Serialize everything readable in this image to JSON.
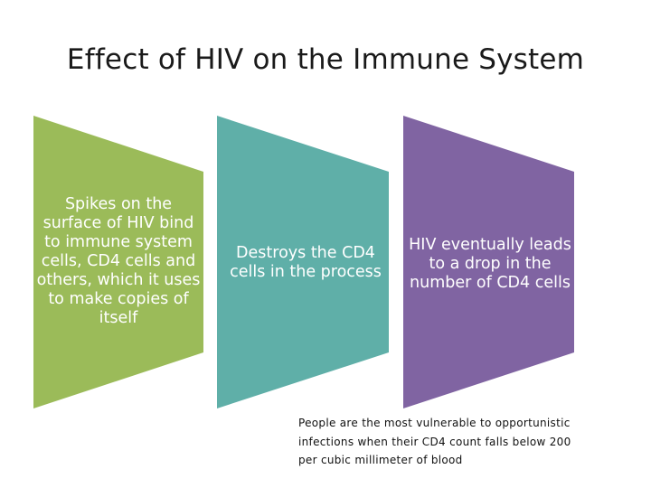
{
  "title": "Effect of HIV on the Immune System",
  "steps": [
    {
      "text": "Spikes on the surface of HIV bind to immune system cells, CD4 cells and others, which it uses to make copies of itself",
      "color": "#9BBB59"
    },
    {
      "text": "Destroys the CD4 cells in the process",
      "color": "#5FAFA8"
    },
    {
      "text": "HIV eventually leads to a drop in the number of CD4 cells",
      "color": "#8064A2"
    }
  ],
  "note": "People are the most vulnerable to opportunistic infections when their CD4 count falls below 200 per cubic millimeter of blood"
}
